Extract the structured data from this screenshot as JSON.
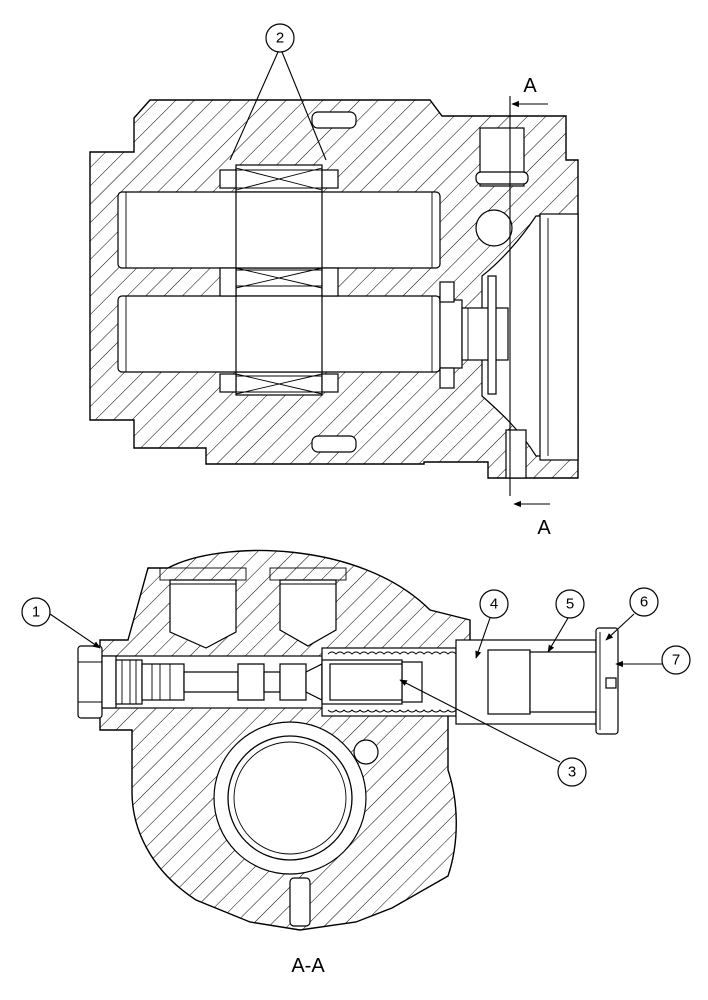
{
  "callouts": [
    {
      "id": "1",
      "label": "1"
    },
    {
      "id": "2",
      "label": "2"
    },
    {
      "id": "3",
      "label": "3"
    },
    {
      "id": "4",
      "label": "4"
    },
    {
      "id": "5",
      "label": "5"
    },
    {
      "id": "6",
      "label": "6"
    },
    {
      "id": "7",
      "label": "7"
    }
  ],
  "section_markers": {
    "top": "A",
    "bottom": "A"
  },
  "view_label": "A-A"
}
